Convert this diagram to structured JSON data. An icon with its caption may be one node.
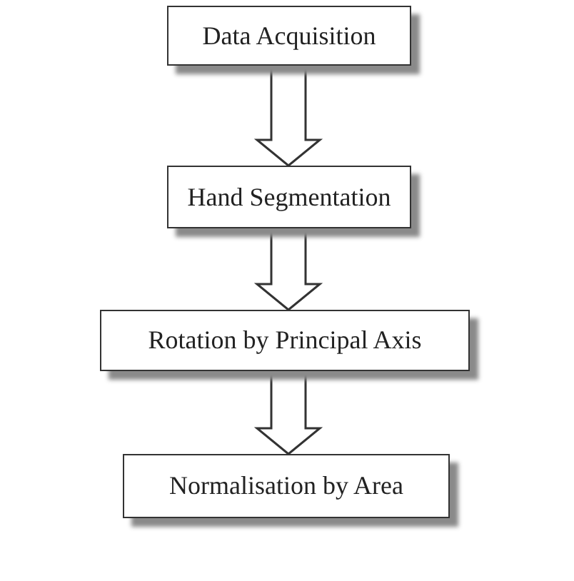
{
  "diagram": {
    "nodes": [
      {
        "text": [
          "Data Acquisition"
        ]
      },
      {
        "text": [
          "Hand Segmentation"
        ]
      },
      {
        "text": [
          "Rotation by Principal Axis"
        ]
      },
      {
        "text": [
          "Normalisation by Area"
        ]
      }
    ],
    "edges": [
      {
        "from": 0,
        "to": 1,
        "arrow": "to"
      },
      {
        "from": 1,
        "to": 2,
        "arrow": "to"
      },
      {
        "from": 2,
        "to": 3,
        "arrow": "to"
      }
    ]
  }
}
